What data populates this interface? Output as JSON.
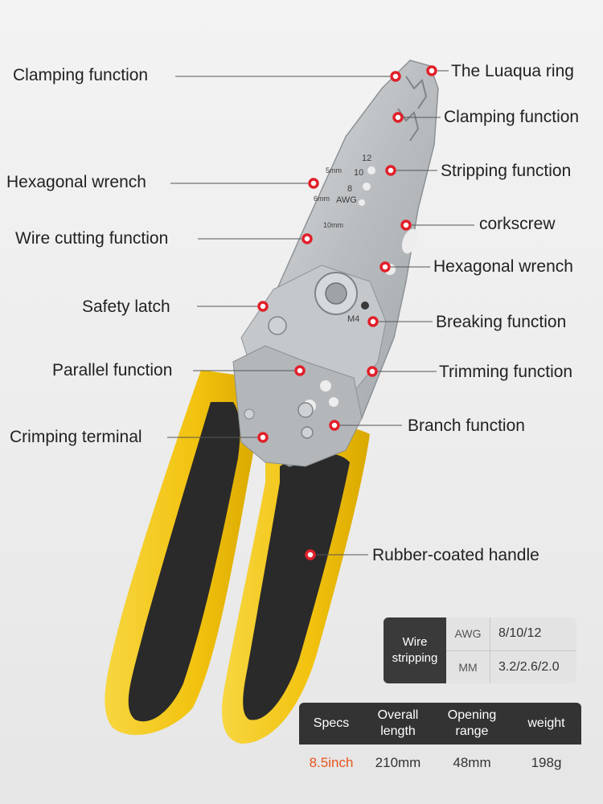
{
  "colors": {
    "accent_red": "#e0202a",
    "handle_yellow": "#f3c613",
    "handle_black": "#2a2a2a",
    "steel": "#bfc3c6",
    "spec_highlight": "#e8541c"
  },
  "callouts": {
    "clamping_1": "Clamping function",
    "luaqua_ring": "The Luaqua ring",
    "clamping_2": "Clamping function",
    "hex_wrench_1": "Hexagonal wrench",
    "stripping": "Stripping function",
    "wire_cutting": "Wire cutting function",
    "corkscrew": "corkscrew",
    "hex_wrench_2": "Hexagonal wrench",
    "safety_latch": "Safety latch",
    "breaking": "Breaking function",
    "parallel": "Parallel function",
    "trimming": "Trimming function",
    "crimping": "Crimping terminal",
    "branch": "Branch function",
    "rubber_handle": "Rubber-coated handle"
  },
  "tool_markings": {
    "n12": "12",
    "n10": "10",
    "n8": "8",
    "awg": "AWG",
    "mm5": "5mm",
    "mm6": "6mm",
    "mm10": "10mm",
    "m4": "M4"
  },
  "wire_stripping": {
    "title_line1": "Wire",
    "title_line2": "stripping",
    "rows": [
      {
        "key": "AWG",
        "value": "8/10/12"
      },
      {
        "key": "MM",
        "value": "3.2/2.6/2.0"
      }
    ]
  },
  "specs": {
    "headers": [
      {
        "line1": "Specs",
        "line2": ""
      },
      {
        "line1": "Overall",
        "line2": "length"
      },
      {
        "line1": "Opening",
        "line2": "range"
      },
      {
        "line1": "weight",
        "line2": ""
      }
    ],
    "values": [
      "8.5inch",
      "210mm",
      "48mm",
      "198g"
    ]
  }
}
